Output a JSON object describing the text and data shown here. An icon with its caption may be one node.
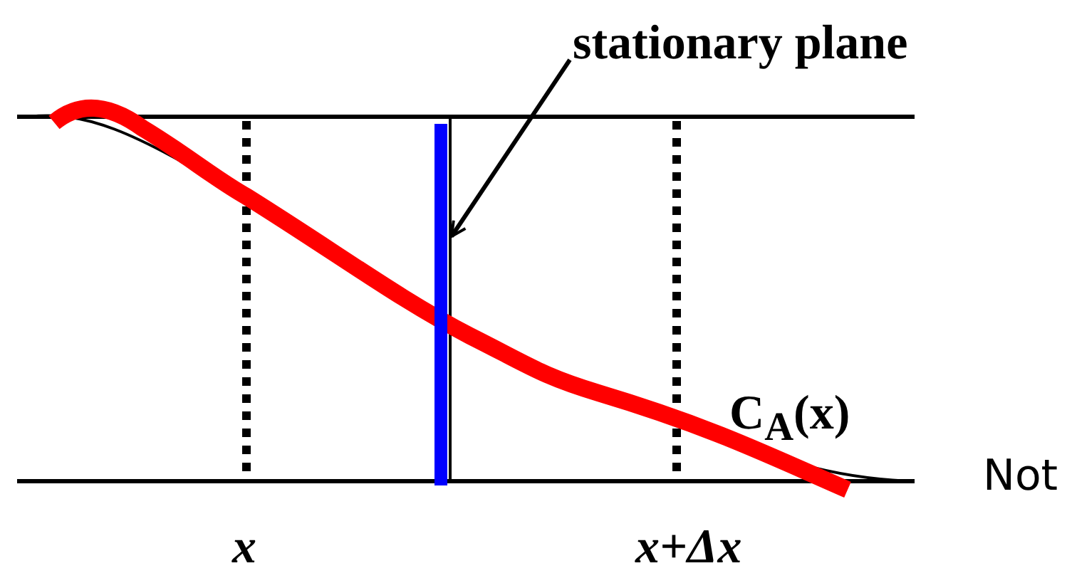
{
  "diagram": {
    "nodes": [
      {
        "text": [
          "stationary plane"
        ]
      },
      {
        "text": [],
        "shape": "bar"
      }
    ],
    "edges": [
      {
        "from": 0,
        "to": 1,
        "arrow": "to"
      }
    ],
    "labels": [
      "C$_{A}$(x)",
      "x",
      "x+Δx",
      "Not"
    ]
  }
}
